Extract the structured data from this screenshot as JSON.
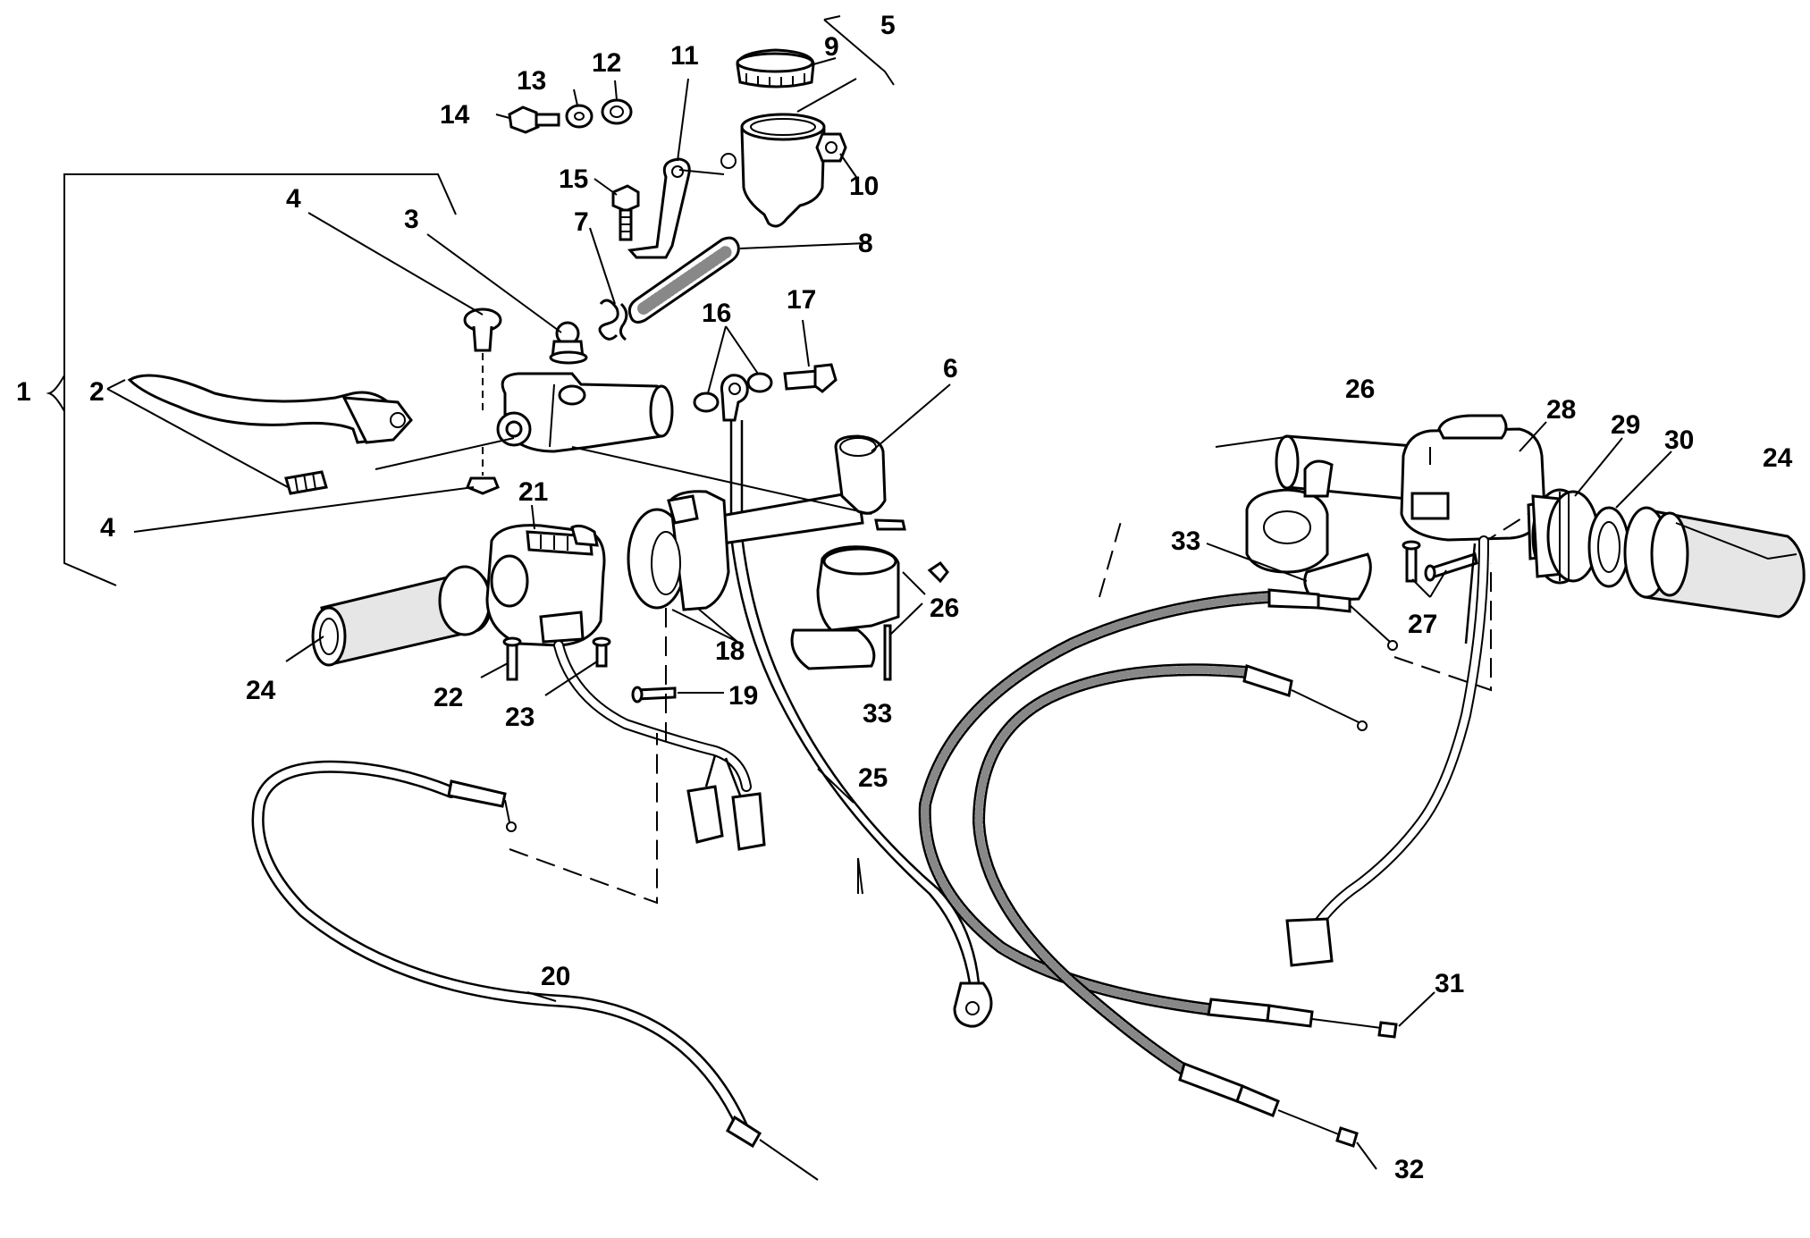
{
  "diagram": {
    "labels": [
      "1",
      "2",
      "3",
      "4",
      "4",
      "5",
      "6",
      "7",
      "8",
      "9",
      "10",
      "11",
      "12",
      "13",
      "14",
      "15",
      "16",
      "17",
      "18",
      "19",
      "20",
      "21",
      "22",
      "23",
      "24",
      "24",
      "25",
      "26",
      "26",
      "27",
      "28",
      "29",
      "30",
      "31",
      "32",
      "33",
      "33"
    ]
  }
}
